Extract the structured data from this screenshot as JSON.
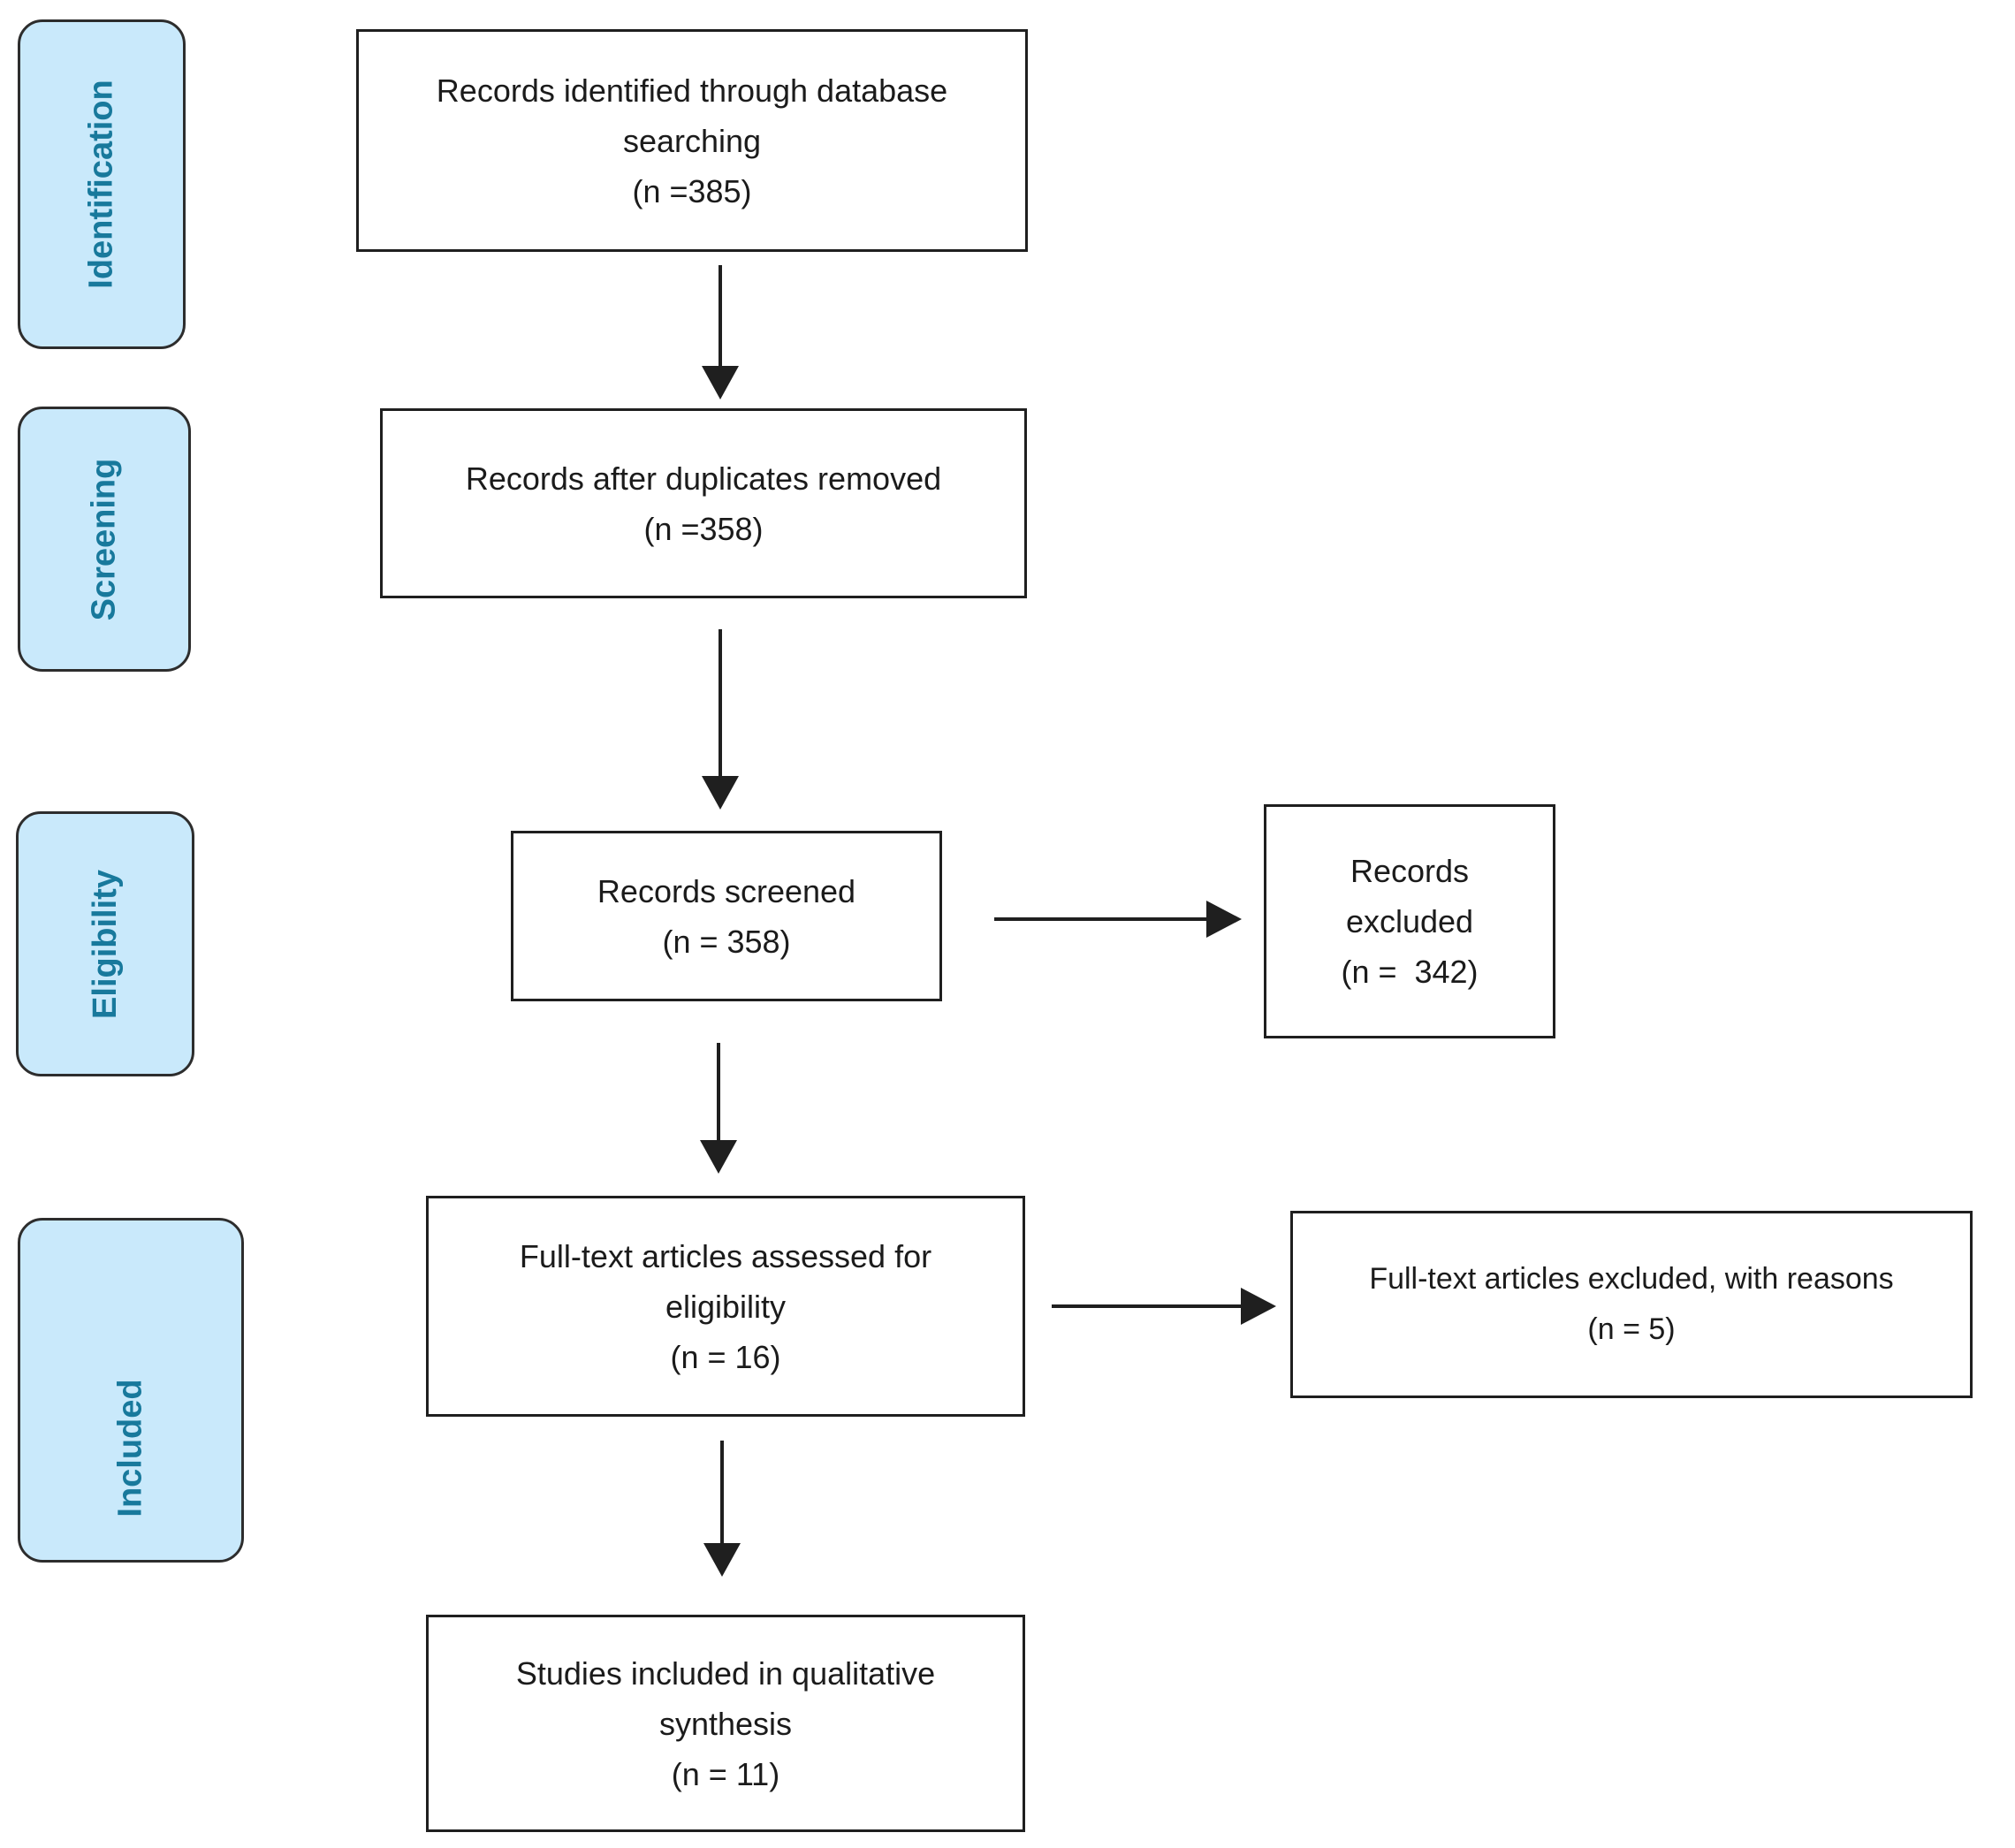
{
  "diagram": {
    "title": "PRISMA study selection flow diagram",
    "stages": {
      "identification": "Identification",
      "screening": "Screening",
      "eligibility": "Eligibility",
      "included": "Included"
    },
    "boxes": {
      "identified": {
        "lines": [
          "Records identified through database",
          "searching",
          "(n =385)"
        ]
      },
      "duplicates": {
        "lines": [
          "Records after duplicates removed",
          "(n =358)"
        ]
      },
      "screened": {
        "lines": [
          "Records screened",
          "(n = 358)"
        ]
      },
      "excluded": {
        "lines": [
          "Records",
          "excluded",
          "(n =  342)"
        ]
      },
      "fulltext": {
        "lines": [
          "Full-text articles assessed for",
          "eligibility",
          "(n = 16)"
        ]
      },
      "fulltext_excluded": {
        "lines": [
          "Full-text articles excluded, with reasons",
          "(n = 5)"
        ]
      },
      "included_studies": {
        "lines": [
          "Studies included in qualitative",
          "synthesis",
          "(n = 11)"
        ]
      }
    },
    "colors": {
      "stage_fill": "#c9e9fb",
      "stage_text": "#18799c",
      "box_border": "#1f1f1f",
      "box_text": "#1b1b1b",
      "background": "#ffffff"
    }
  }
}
